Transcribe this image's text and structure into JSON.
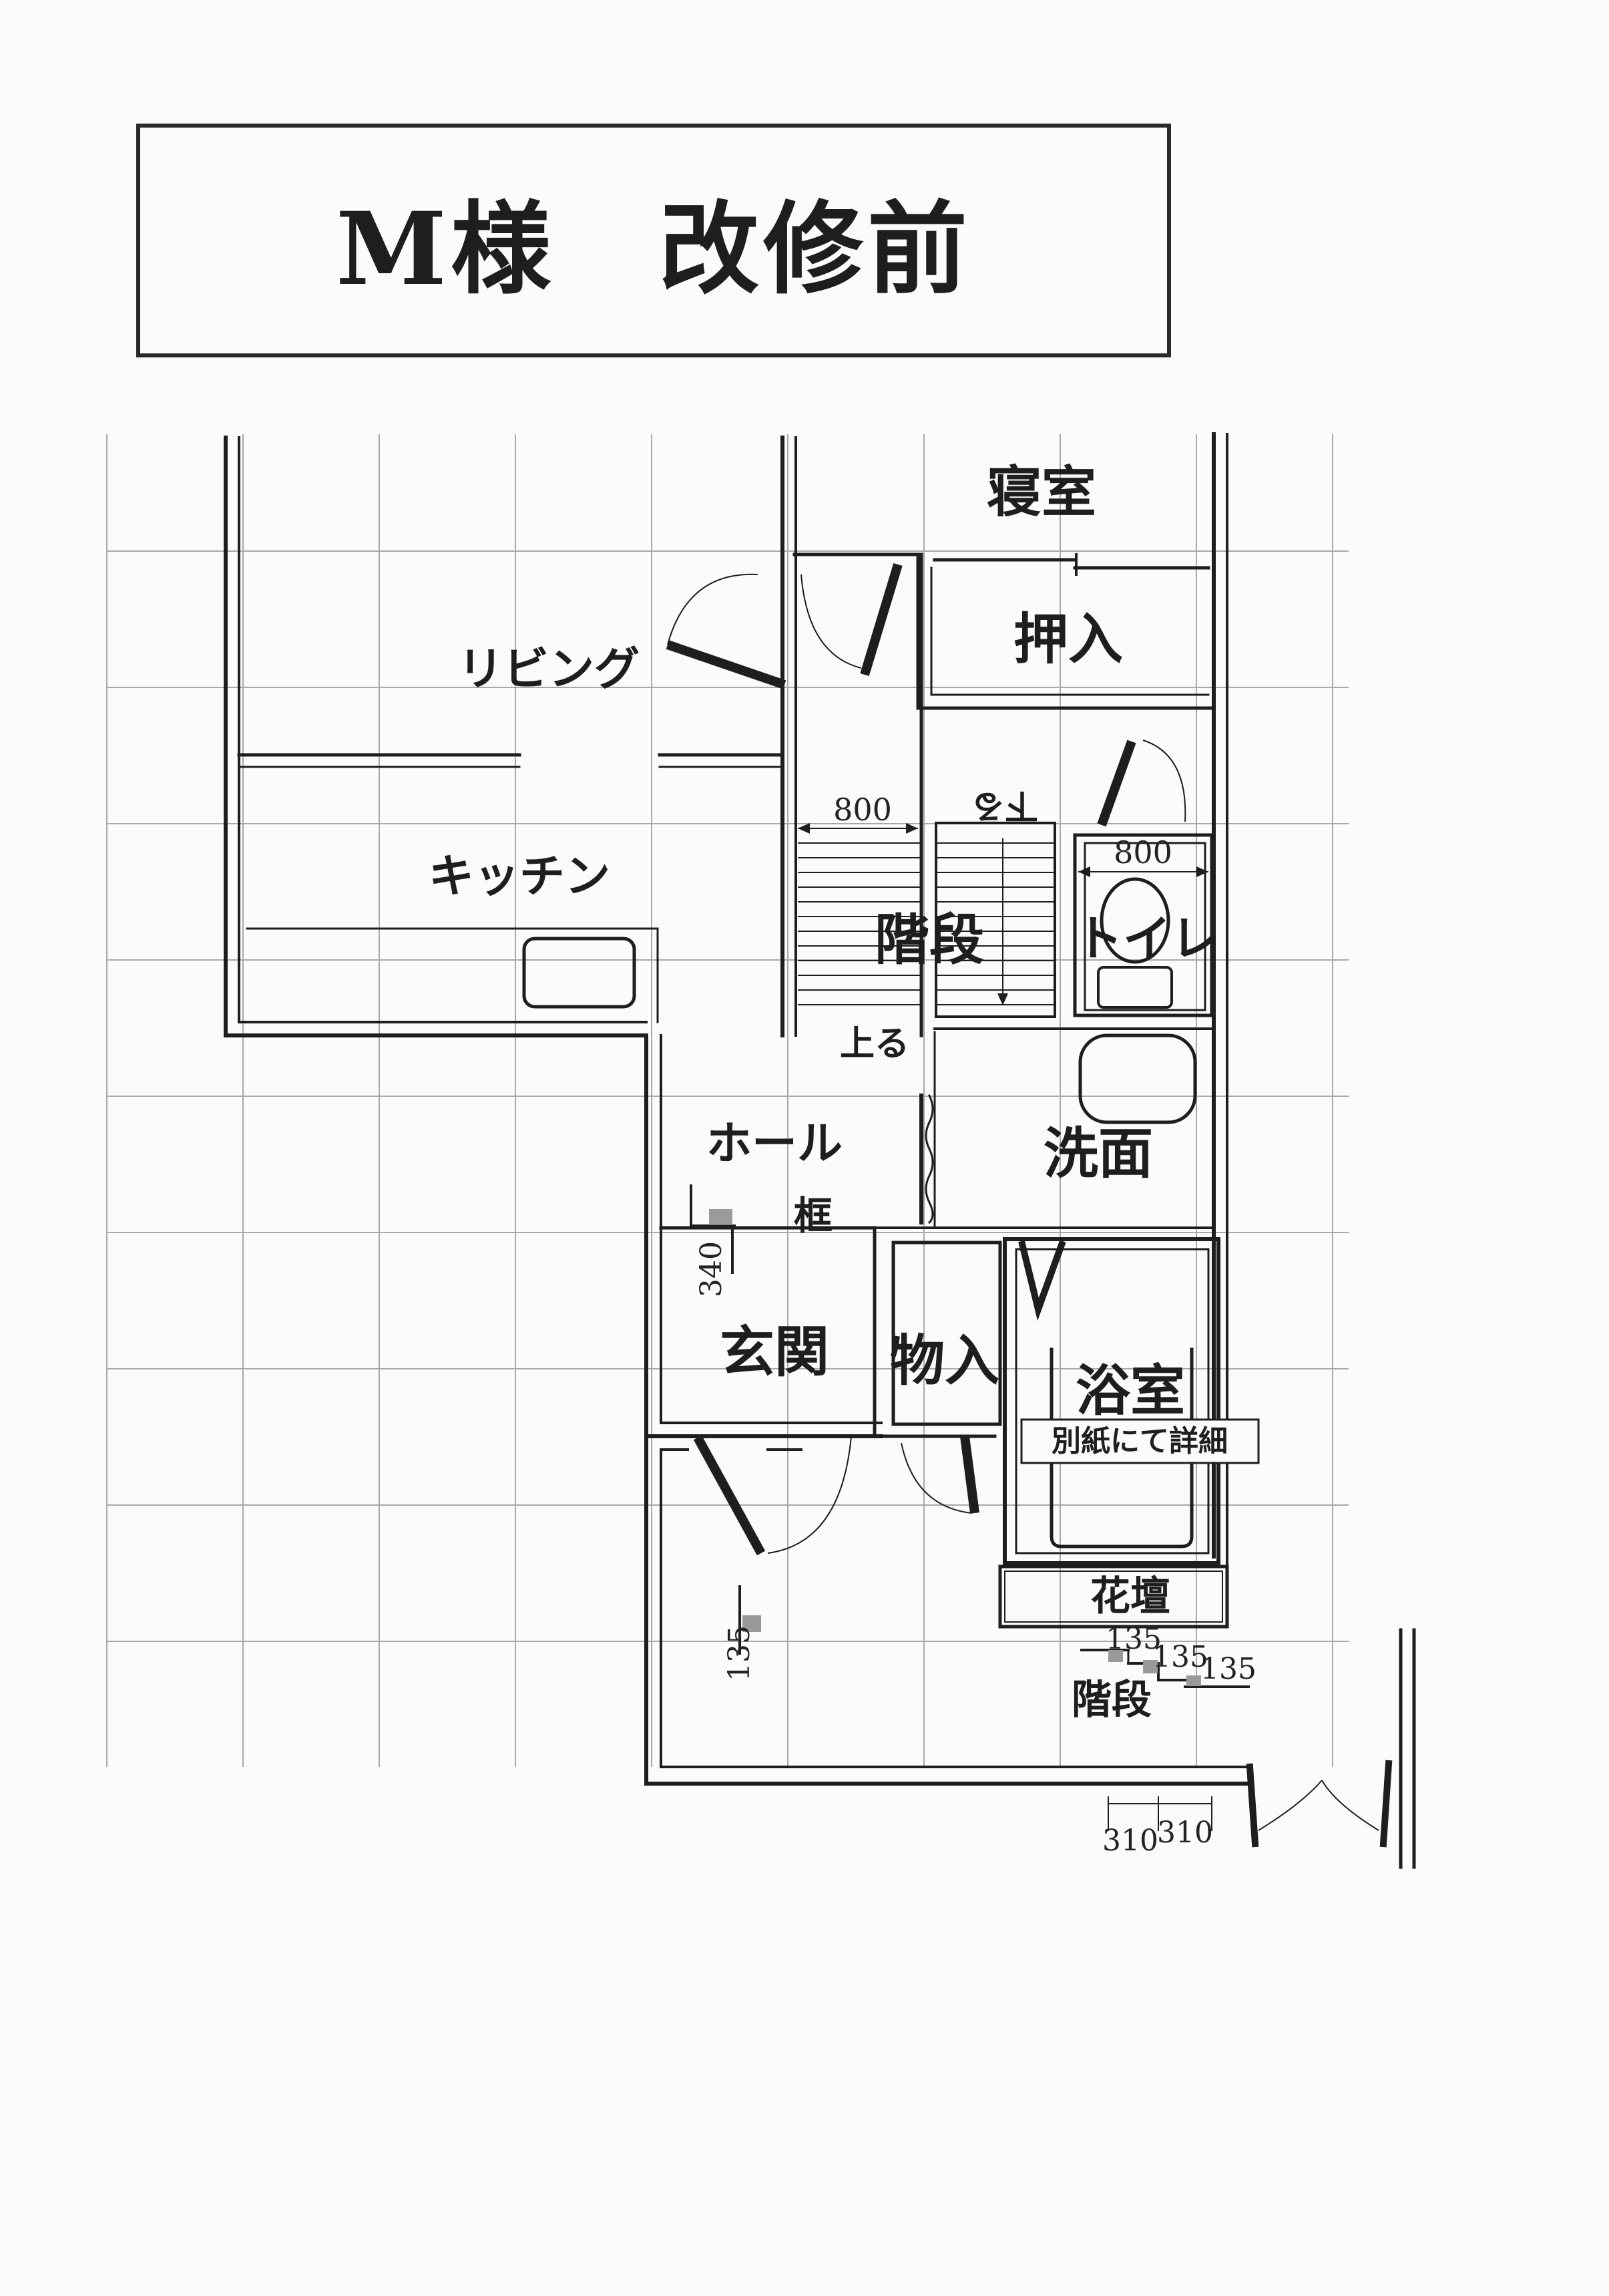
{
  "title": "M様　改修前",
  "rooms": {
    "bedroom": "寝室",
    "closet": "押入",
    "living": "リビング",
    "kitchen": "キッチン",
    "stairs": "階段",
    "toilet": "トイレ",
    "hall": "ホール",
    "washroom": "洗面",
    "entrance": "玄関",
    "storage": "物入",
    "bathroom": "浴室",
    "flowerbed": "花壇",
    "outer_stairs": "階段"
  },
  "notes": {
    "frame": "框",
    "up": "上る",
    "down": "下る",
    "bath_detail": "別紙にて詳細"
  },
  "dimensions": {
    "stair_width": "800",
    "toilet_width": "800",
    "frame_height": "340",
    "step_135_a": "135",
    "step_135_b": "135",
    "step_135_c": "135",
    "step_135_d": "135",
    "tread_310_a": "310",
    "tread_310_b": "310"
  },
  "colors": {
    "line": "#1e1e1e",
    "grid": "#a9a9a9",
    "background": "#fbfbfd"
  }
}
